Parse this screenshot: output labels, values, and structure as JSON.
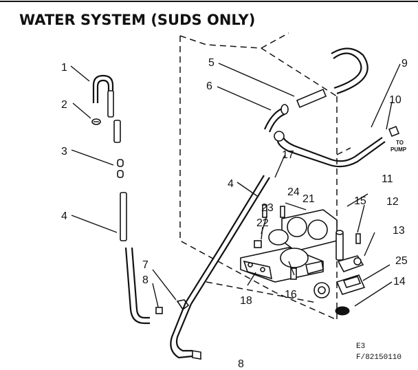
{
  "title": "WATER SYSTEM (SUDS ONLY)",
  "callouts": [
    "1",
    "2",
    "3",
    "4",
    "4",
    "5",
    "6",
    "7",
    "8",
    "8",
    "9",
    "10",
    "11",
    "12",
    "13",
    "14",
    "15",
    "16",
    "17",
    "18",
    "21",
    "22",
    "23",
    "24",
    "25"
  ],
  "to_pump_line1": "TO",
  "to_pump_line2": "PUMP",
  "code_line1": "E3",
  "code_line2": "F/82150110"
}
